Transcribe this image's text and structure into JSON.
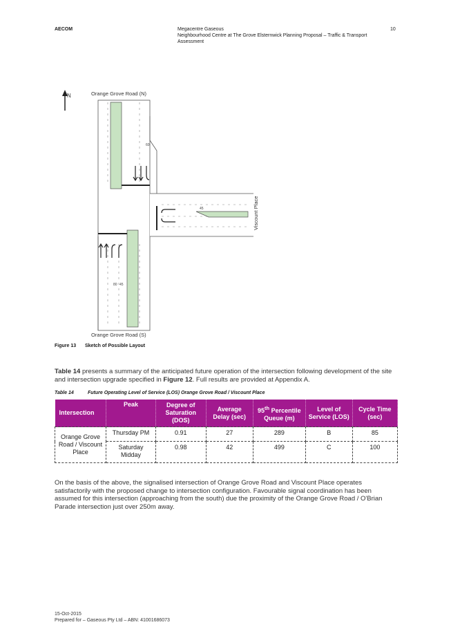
{
  "header": {
    "company": "AECOM",
    "project_line1": "Megacentre Gaseous",
    "project_line2": "Neighbourhood Centre at The Grove Elsternwick Planning Proposal – Traffic & Transport Assessment",
    "page_number": "10"
  },
  "figure": {
    "label": "Figure 13",
    "caption": "Sketch of Possible Layout",
    "north_label": "N",
    "road_north": "Orange Grove Road (N)",
    "road_south": "Orange Grove Road (S)",
    "road_east": "Viscount Place",
    "lane_lengths": [
      "60",
      "45",
      "80",
      "45"
    ]
  },
  "paragraph1": {
    "ref_table": "Table 14",
    "text_a": " presents a summary of the anticipated future operation of the intersection following development of the site and intersection upgrade specified in ",
    "ref_figure": "Figure 12",
    "text_b": ". Full results are provided at Appendix A."
  },
  "table_caption": {
    "label": "Table 14",
    "title": "Future Operating Level of Service (LOS) Orange Grove Road / Viscount Place"
  },
  "table": {
    "headers": {
      "intersection": "Intersection",
      "peak": "Peak",
      "dos": "Degree of Saturation (DOS)",
      "delay": "Average Delay (sec)",
      "queue_pre": "95",
      "queue_sup": "th",
      "queue_post": " Percentile Queue (m)",
      "los": "Level of Service (LOS)",
      "cycle": "Cycle Time (sec)"
    },
    "intersection_name": "Orange Grove Road / Viscount Place",
    "rows": [
      {
        "peak": "Thursday PM",
        "dos": "0.91",
        "delay": "27",
        "queue": "289",
        "los": "B",
        "cycle": "85"
      },
      {
        "peak": "Saturday Midday",
        "dos": "0.98",
        "delay": "42",
        "queue": "499",
        "los": "C",
        "cycle": "100"
      }
    ]
  },
  "paragraph2": "On the basis of the above, the signalised intersection of Orange Grove Road and Viscount Place operates satisfactorily with the proposed change to intersection configuration. Favourable signal coordination has been assumed for this intersection (approaching from the south) due the proximity of the Orange Grove Road / O'Brian Parade intersection just over 250m away.",
  "footer": {
    "date": "15-Oct-2015",
    "prepared": "Prepared for – Gaseous Pty Ltd – ABN: 41001686073"
  }
}
